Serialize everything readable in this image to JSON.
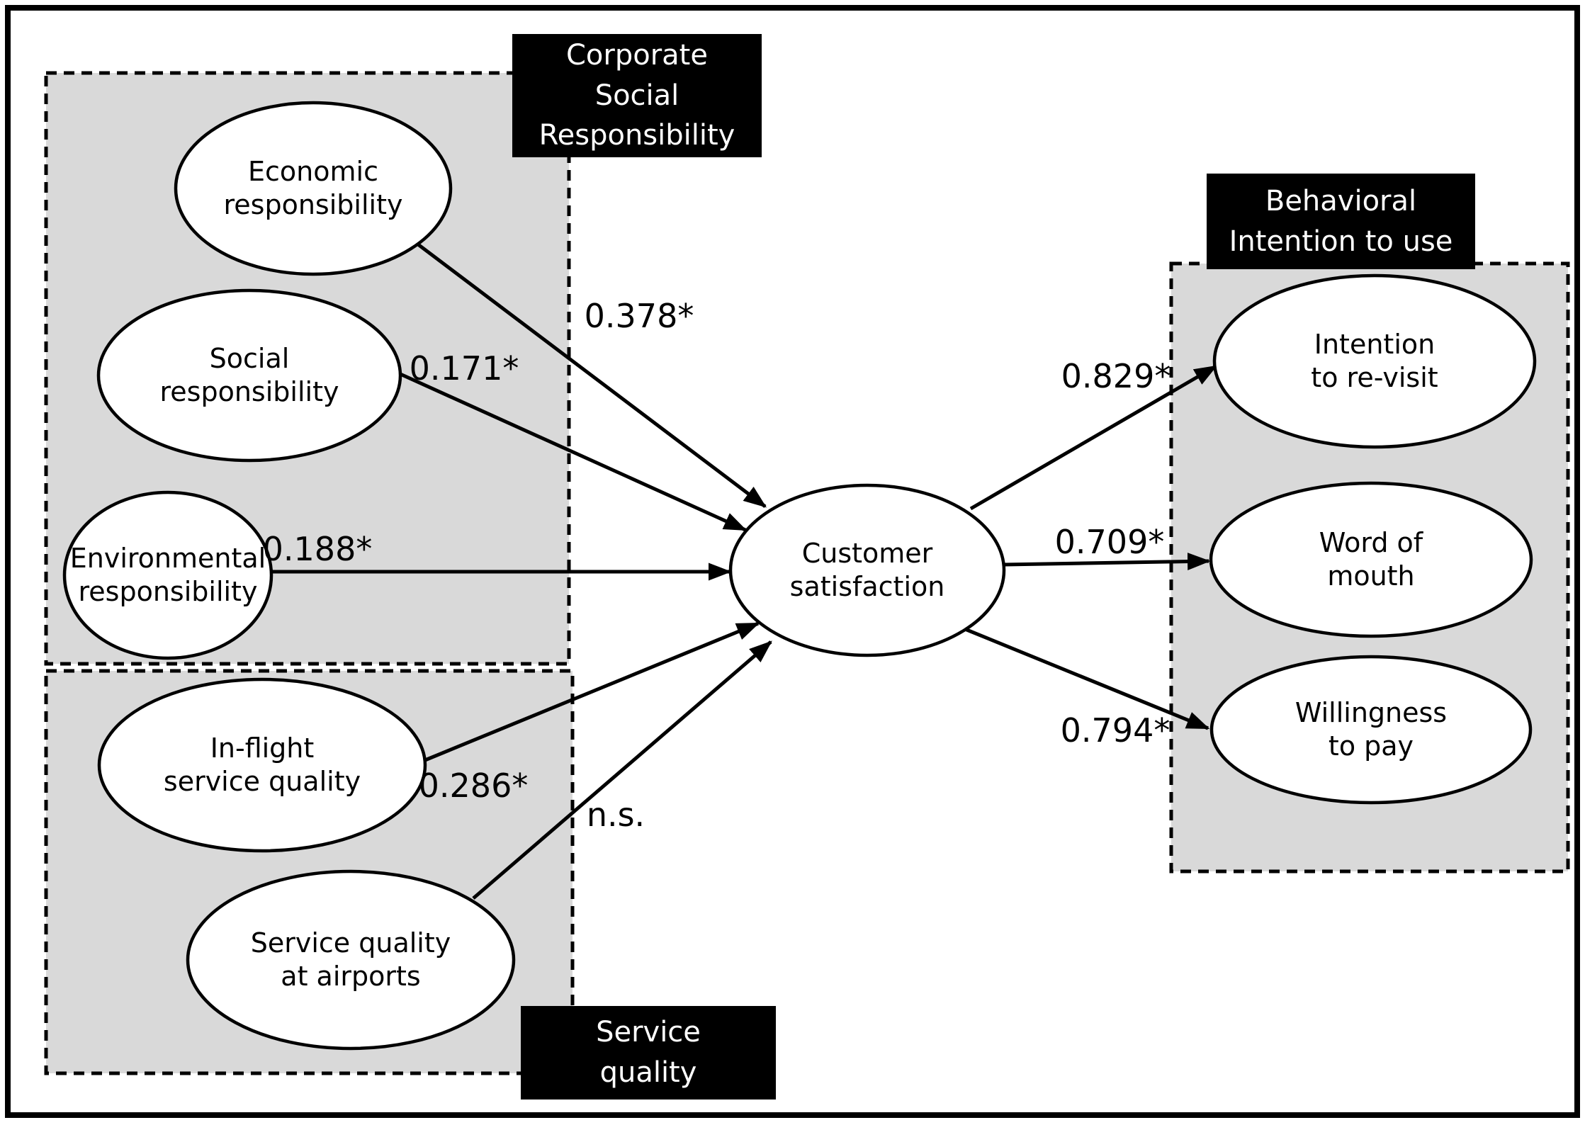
{
  "figure": {
    "groups": {
      "csr": {
        "label": "Corporate\nSocial\nResponsibility"
      },
      "service_quality": {
        "label": "Service\nquality"
      },
      "behavioral": {
        "label": "Behavioral\nIntention to use"
      }
    },
    "nodes": {
      "economic": {
        "label": "Economic\nresponsibility"
      },
      "social": {
        "label": "Social\nresponsibility"
      },
      "environmental": {
        "label": "Environmental\nresponsibility"
      },
      "inflight": {
        "label": "In-flight\nservice quality"
      },
      "airport": {
        "label": "Service quality\nat airports"
      },
      "satisfaction": {
        "label": "Customer\nsatisfaction"
      },
      "revisit": {
        "label": "Intention\nto re-visit"
      },
      "wom": {
        "label": "Word of\nmouth"
      },
      "wtp": {
        "label": "Willingness\nto pay"
      }
    },
    "coefficients": {
      "economic_cs": "0.378*",
      "social_cs": "0.171*",
      "environmental_cs": "0.188*",
      "inflight_cs": "0.286*",
      "airport_cs": "n.s.",
      "cs_revisit": "0.829*",
      "cs_wom": "0.709*",
      "cs_wtp": "0.794*"
    },
    "paths": [
      {
        "from": "Economic responsibility",
        "to": "Customer satisfaction",
        "coefficient": "0.378*"
      },
      {
        "from": "Social responsibility",
        "to": "Customer satisfaction",
        "coefficient": "0.171*"
      },
      {
        "from": "Environmental responsibility",
        "to": "Customer satisfaction",
        "coefficient": "0.188*"
      },
      {
        "from": "In-flight service quality",
        "to": "Customer satisfaction",
        "coefficient": "0.286*"
      },
      {
        "from": "Service quality at airports",
        "to": "Customer satisfaction",
        "coefficient": "n.s."
      },
      {
        "from": "Customer satisfaction",
        "to": "Intention to re-visit",
        "coefficient": "0.829*"
      },
      {
        "from": "Customer satisfaction",
        "to": "Word of mouth",
        "coefficient": "0.709*"
      },
      {
        "from": "Customer satisfaction",
        "to": "Willingness to pay",
        "coefficient": "0.794*"
      }
    ],
    "colors": {
      "group_fill": "#d9d9d9",
      "label_box_fill": "#000000",
      "label_box_text": "#ffffff",
      "node_fill": "#ffffff",
      "line": "#000000"
    }
  }
}
